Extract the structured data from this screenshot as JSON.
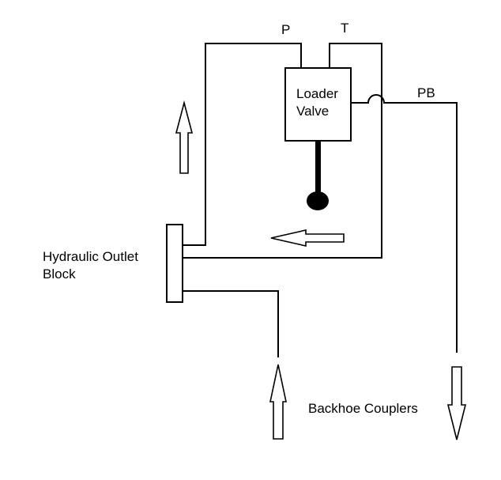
{
  "labels": {
    "p": "P",
    "t": "T",
    "pb": "PB",
    "loader_valve_line1": "Loader",
    "loader_valve_line2": "Valve",
    "outlet_block_line1": "Hydraulic Outlet",
    "outlet_block_line2": "Block",
    "backhoe_couplers": "Backhoe Couplers"
  },
  "colors": {
    "line": "#000000",
    "background": "#ffffff"
  }
}
